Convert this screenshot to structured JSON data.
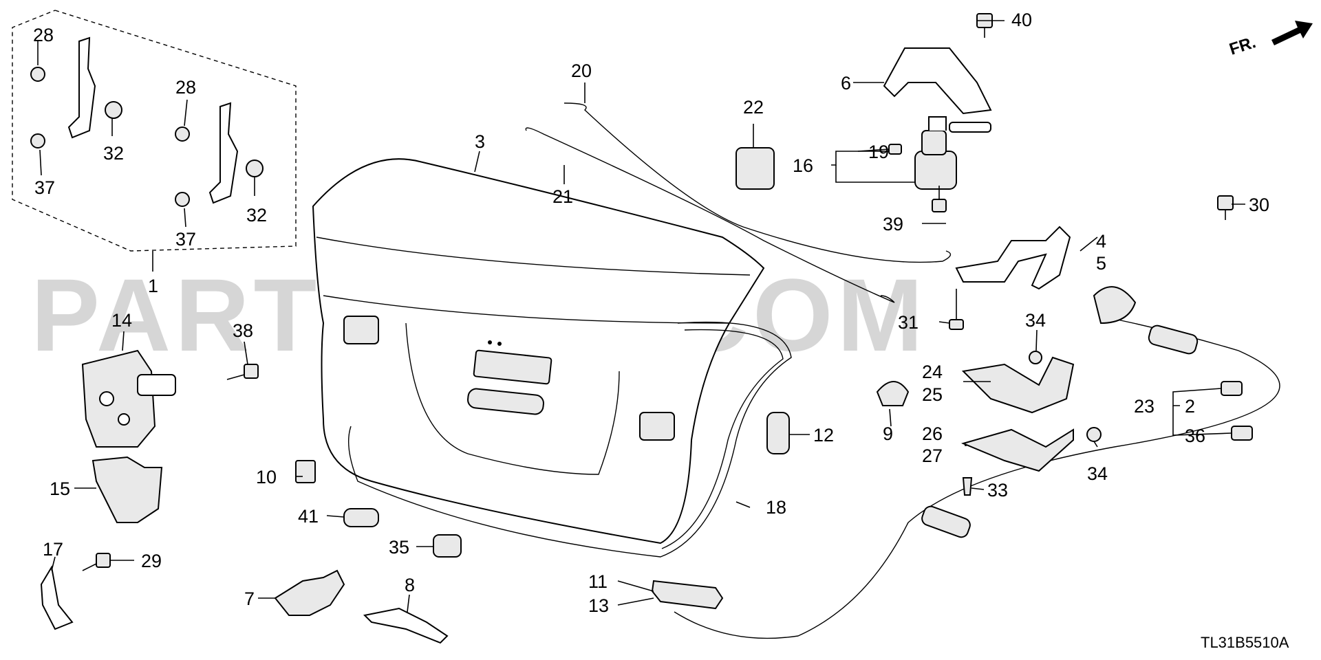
{
  "diagram": {
    "watermark": "PARTSOUQ.COM",
    "drawing_code": "TL31B5510A",
    "direction_label": "FR.",
    "callouts": [
      "1",
      "2",
      "3",
      "4",
      "5",
      "6",
      "7",
      "8",
      "9",
      "10",
      "11",
      "12",
      "13",
      "14",
      "15",
      "16",
      "17",
      "18",
      "19",
      "20",
      "21",
      "22",
      "23",
      "24",
      "25",
      "26",
      "27",
      "28",
      "29",
      "30",
      "31",
      "32",
      "33",
      "34",
      "35",
      "36",
      "37",
      "38",
      "39",
      "40",
      "41"
    ]
  }
}
